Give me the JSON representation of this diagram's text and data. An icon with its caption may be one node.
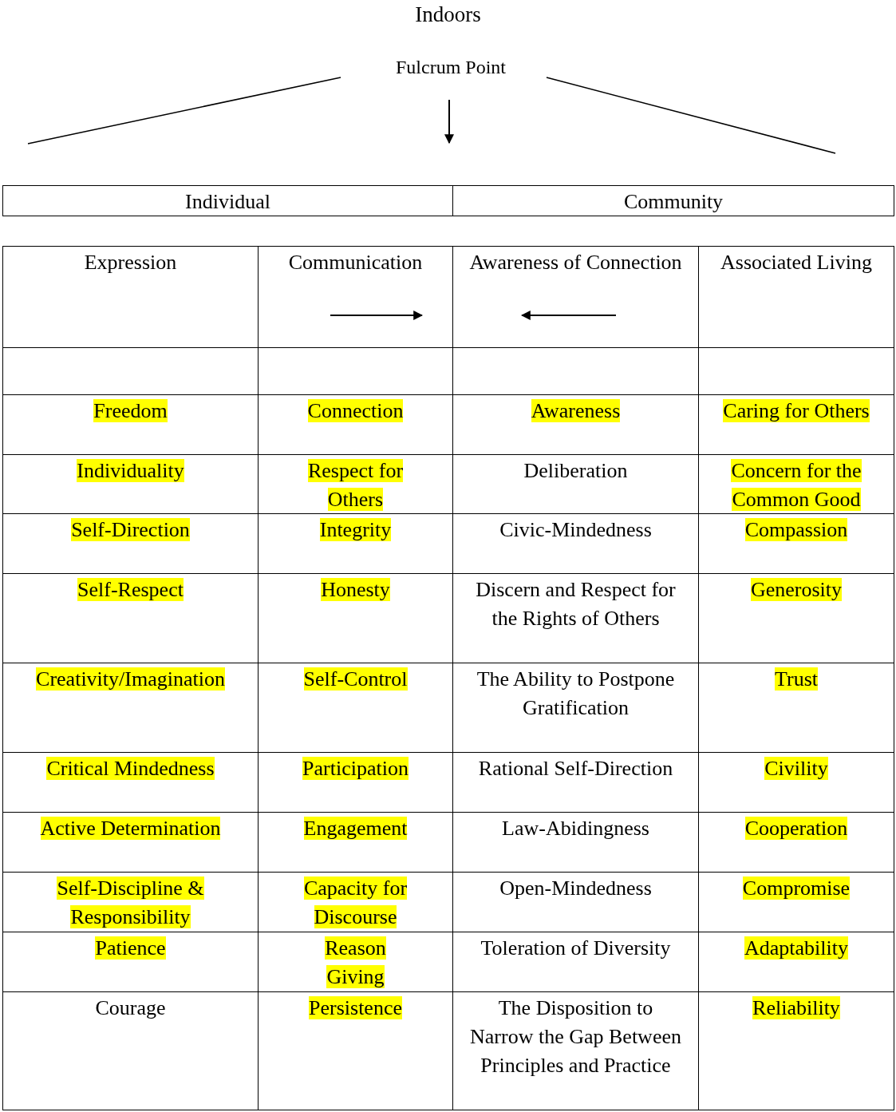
{
  "diagram": {
    "title": "Indoors",
    "labels": [
      "Fulcrum Point",
      "Individual",
      "Community",
      "Expression",
      "Communication",
      "Awareness of Connection",
      "Associated Living",
      "Freedom",
      "Connection",
      "Awareness",
      "Caring for Others",
      "Individuality",
      "Respect for Others",
      "Deliberation",
      "Concern for the Common Good",
      "Self-Direction",
      "Integrity",
      "Civic-Mindedness",
      "Compassion",
      "Self-Respect",
      "Honesty",
      "Discern and Respect for the Rights of Others",
      "Generosity",
      "Creativity/Imagination",
      "Self-Control",
      "The Ability to Postpone Gratification",
      "Trust",
      "Critical Mindedness",
      "Participation",
      "Rational Self-Direction",
      "Civility",
      "Active Determination",
      "Engagement",
      "Law-Abidingness",
      "Cooperation",
      "Self-Discipline & Responsibility",
      "Capacity for Discourse",
      "Open-Mindedness",
      "Compromise",
      "Patience",
      "Reason Giving",
      "Toleration of Diversity",
      "Adaptability",
      "Courage",
      "Persistence",
      "The Disposition to Narrow the Gap Between Principles and Practice",
      "Reliability"
    ]
  }
}
